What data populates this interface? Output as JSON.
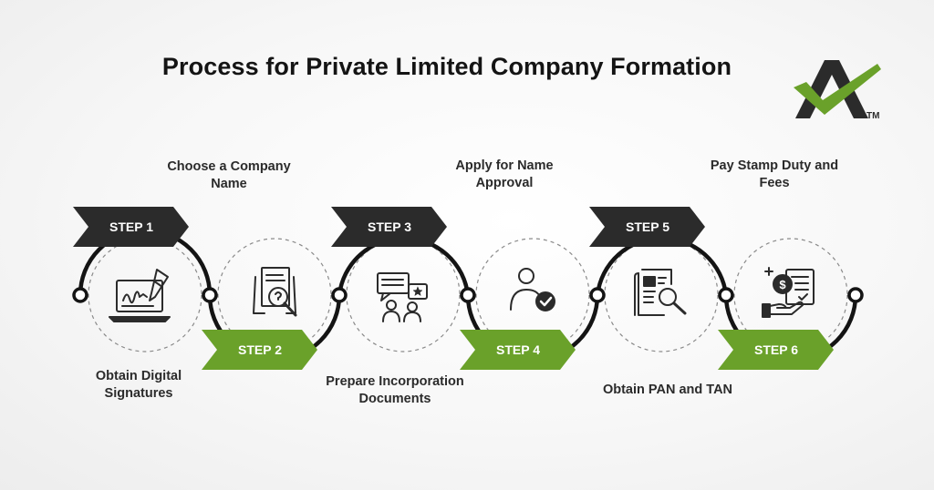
{
  "title": "Process for Private Limited Company Formation",
  "logo": {
    "trademark": "TM"
  },
  "colors": {
    "dark": "#2b2b2b",
    "green": "#6aa12a",
    "line": "#141414",
    "dashed": "#8a8a8a"
  },
  "steps": [
    {
      "badge": "STEP 1",
      "label": "Obtain Digital Signatures",
      "icon": "digital-signature-laptop-icon",
      "badge_style": "dark"
    },
    {
      "badge": "STEP 2",
      "label": "Choose a Company Name",
      "icon": "document-search-icon",
      "badge_style": "green"
    },
    {
      "badge": "STEP 3",
      "label": "Prepare Incorporation Documents",
      "icon": "discussion-people-icon",
      "badge_style": "dark"
    },
    {
      "badge": "STEP 4",
      "label": "Apply for Name Approval",
      "icon": "user-approved-icon",
      "badge_style": "green"
    },
    {
      "badge": "STEP 5",
      "label": "Obtain PAN and TAN",
      "icon": "newspaper-search-icon",
      "badge_style": "dark"
    },
    {
      "badge": "STEP 6",
      "label": "Pay Stamp Duty and Fees",
      "icon": "payment-hand-invoice-icon",
      "badge_style": "green"
    }
  ]
}
